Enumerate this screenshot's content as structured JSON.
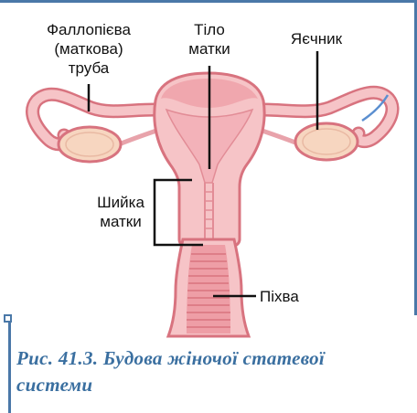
{
  "labels": {
    "fallopian_line1": "Фаллопієва",
    "fallopian_line2": "(маткова)",
    "fallopian_line3": "труба",
    "body_line1": "Тіло",
    "body_line2": "матки",
    "ovary": "Яєчник",
    "cervix_line1": "Шийка",
    "cervix_line2": "матки",
    "vagina": "Піхва"
  },
  "caption": {
    "line1": "Рис. 41.3. Будова жіночої статевої",
    "line2": "системи"
  },
  "colors": {
    "frame": "#4a78a8",
    "caption": "#3a6fa0",
    "tissue_light": "#f6c4c7",
    "tissue_mid": "#ee9ea6",
    "tissue_outline": "#d8737f",
    "ovary_fill": "#f7d6c0",
    "tube_blue": "#5b8fd0"
  }
}
